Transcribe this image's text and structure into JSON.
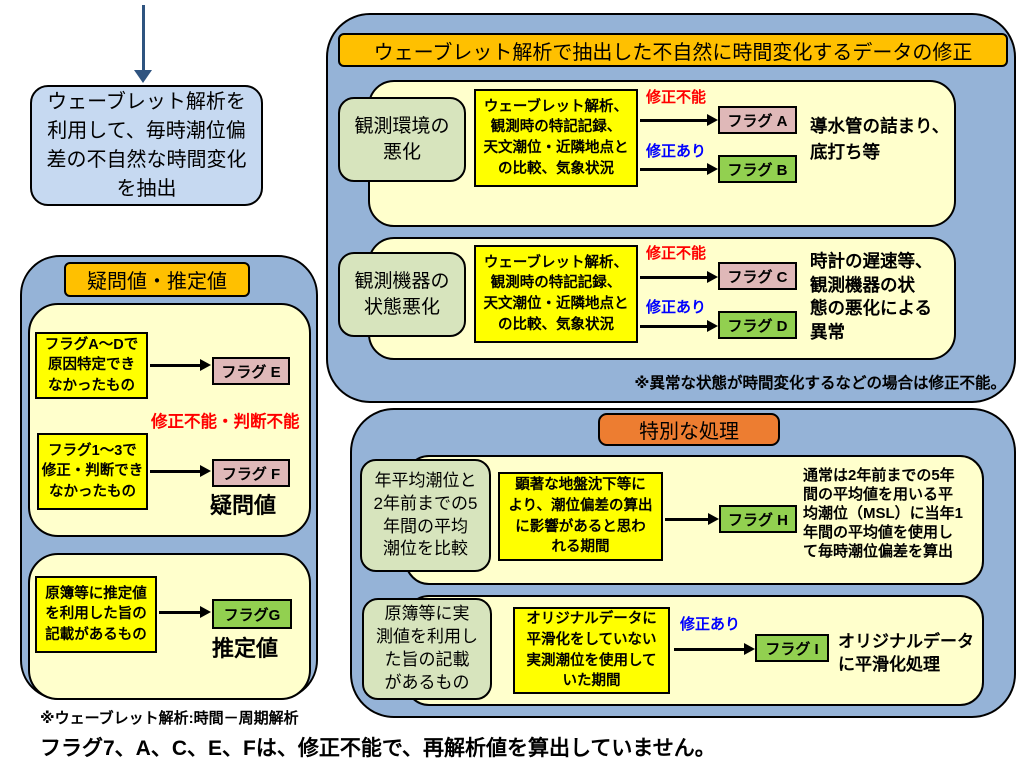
{
  "colors": {
    "container_blue": "#95B3D7",
    "intro_blue": "#C6D9F1",
    "panel_cream": "#FFFFCC",
    "condition_yellow": "#FFFF00",
    "category_green": "#D7E4BD",
    "flag_pink": "#DFB8B8",
    "flag_green": "#92D050",
    "header_amber": "#FFC000",
    "header_orange": "#ED7D31",
    "label_red": "#FF0000",
    "label_blue": "#0000FF",
    "start_arrow_blue": "#2F5480"
  },
  "intro": {
    "lines": [
      "ウェーブレット解析を",
      "利用して、毎時潮位偏",
      "差の不自然な時間変化",
      "を抽出"
    ]
  },
  "wavelet_section": {
    "title": "ウェーブレット解析で抽出した不自然に時間変化するデータの修正",
    "rows": [
      {
        "category_lines": [
          "観測環境の",
          "悪化"
        ],
        "method_lines": [
          "ウェーブレット解析、",
          "観測時の特記記録、",
          "天文潮位・近隣地点と",
          "の比較、気象状況"
        ],
        "no_fix_label": "修正不能",
        "fix_label": "修正あり",
        "flag_no_fix": "フラグ A",
        "flag_fix": "フラグ B",
        "result_lines": [
          "導水管の詰まり、",
          "底打ち等"
        ]
      },
      {
        "category_lines": [
          "観測機器の",
          "状態悪化"
        ],
        "method_lines": [
          "ウェーブレット解析、",
          "観測時の特記記録、",
          "天文潮位・近隣地点と",
          "の比較、気象状況"
        ],
        "no_fix_label": "修正不能",
        "fix_label": "修正あり",
        "flag_no_fix": "フラグ C",
        "flag_fix": "フラグ D",
        "result_lines": [
          "時計の遅速等、",
          "観測機器の状",
          "態の悪化による",
          "異常"
        ]
      }
    ],
    "note": "※異常な状態が時間変化するなどの場合は修正不能。"
  },
  "question_section": {
    "title": "疑問値・推定値",
    "red_note": "修正不能・判断不能",
    "items": [
      {
        "source_lines": [
          "フラグA～Dで",
          "原因特定でき",
          "なかったもの"
        ],
        "flag": "フラグ E"
      },
      {
        "source_lines": [
          "フラグ1～3で",
          "修正・判断でき",
          "なかったもの"
        ],
        "flag": "フラグ F",
        "label": "疑問値"
      },
      {
        "source_lines": [
          "原簿等に推定値",
          "を利用した旨の",
          "記載があるもの"
        ],
        "flag": "フラグG",
        "label": "推定値"
      }
    ]
  },
  "special_section": {
    "title": "特別な処理",
    "rows": [
      {
        "category_lines": [
          "年平均潮位と",
          "2年前までの5",
          "年間の平均",
          "潮位を比較"
        ],
        "condition_lines": [
          "顕著な地盤沈下等に",
          "より、潮位偏差の算出",
          "に影響があると思わ",
          "れる期間"
        ],
        "flag": "フラグ H",
        "result_lines": [
          "通常は2年前までの5年",
          "間の平均値を用いる平",
          "均潮位（MSL）に当年1",
          "年間の平均値を使用し",
          "て毎時潮位偏差を算出"
        ]
      },
      {
        "category_lines": [
          "原簿等に実",
          "測値を利用し",
          "た旨の記載",
          "があるもの"
        ],
        "condition_lines": [
          "オリジナルデータに",
          "平滑化をしていない",
          "実測潮位を使用して",
          "いた期間"
        ],
        "fix_label": "修正あり",
        "flag": "フラグ I",
        "result_lines": [
          "オリジナルデータ",
          "に平滑化処理"
        ]
      }
    ]
  },
  "footnotes": {
    "wavelet_note": "※ウェーブレット解析:時間－周期解析",
    "flags_note": "フラグ7、A、C、E、Fは、修正不能で、再解析値を算出していません。"
  }
}
